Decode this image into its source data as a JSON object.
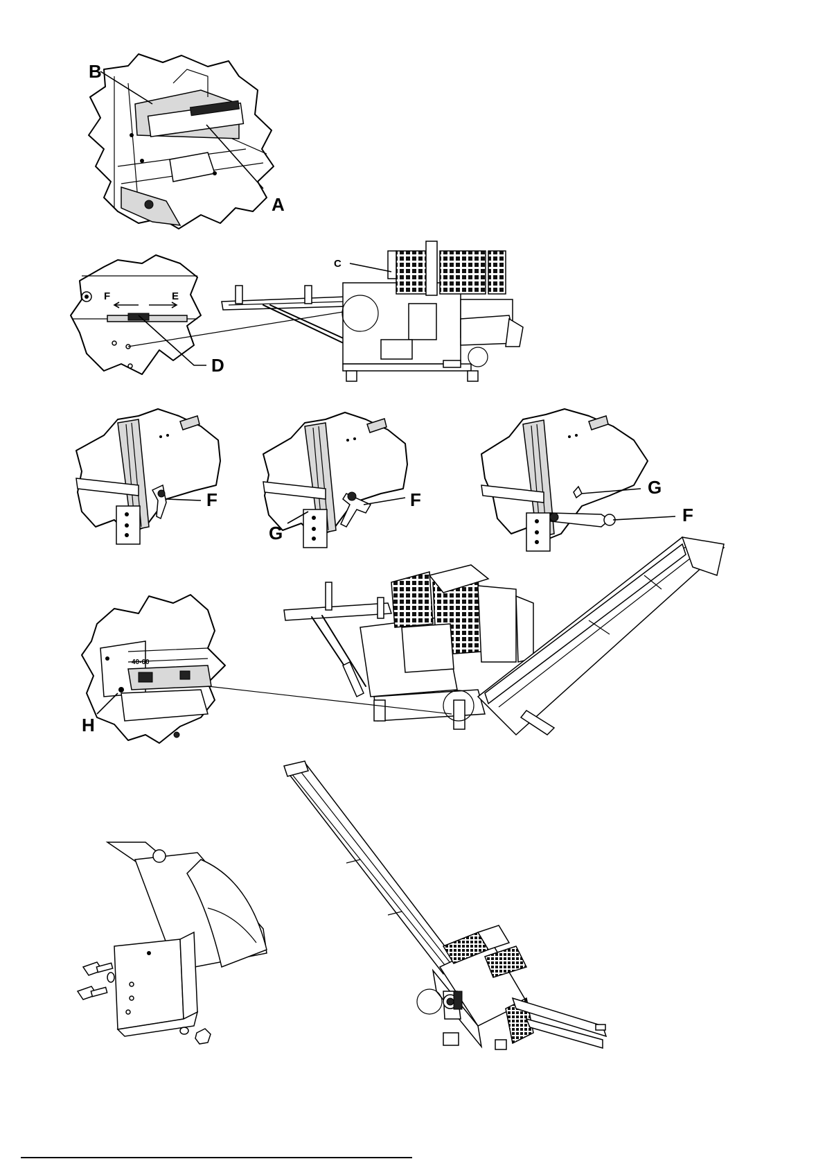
{
  "labels": {
    "a": "A",
    "b": "B",
    "c": "C",
    "d": "D",
    "e": "E",
    "f_arrow": "F",
    "f1": "F",
    "f2": "F",
    "f3": "F",
    "g1": "G",
    "g2": "G",
    "h": "H",
    "plate_marking": "40-60"
  },
  "colors": {
    "ink": "#000000",
    "paper": "#ffffff",
    "shade": "#d9d9d9"
  }
}
